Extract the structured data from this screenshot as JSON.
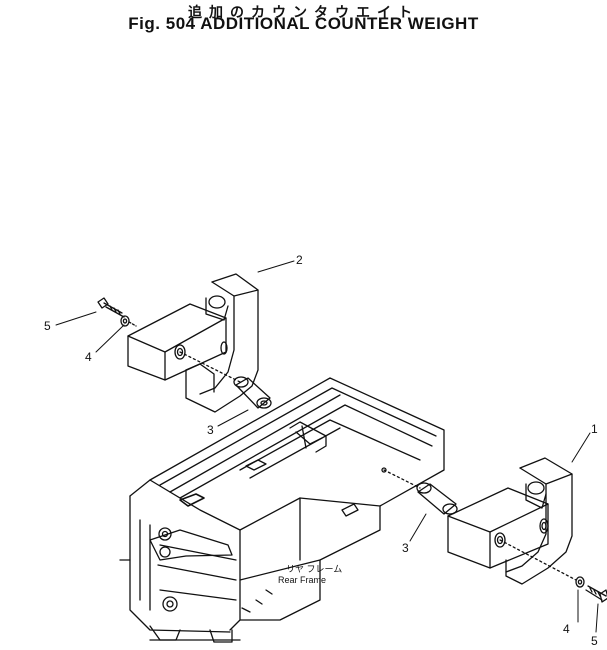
{
  "figure": {
    "title_jp": "追加のカウンタウエイト",
    "title_en": "Fig. 504 ADDITIONAL COUNTER WEIGHT"
  },
  "callouts": [
    {
      "id": "1",
      "label": "1"
    },
    {
      "id": "2",
      "label": "2"
    },
    {
      "id": "3a",
      "label": "3"
    },
    {
      "id": "3b",
      "label": "3"
    },
    {
      "id": "4a",
      "label": "4"
    },
    {
      "id": "4b",
      "label": "4"
    },
    {
      "id": "5a",
      "label": "5"
    },
    {
      "id": "5b",
      "label": "5"
    }
  ],
  "frame_label": {
    "jp": "リヤ フレーム",
    "en": "Rear Frame"
  },
  "colors": {
    "ink": "#111111",
    "paper": "#ffffff"
  }
}
